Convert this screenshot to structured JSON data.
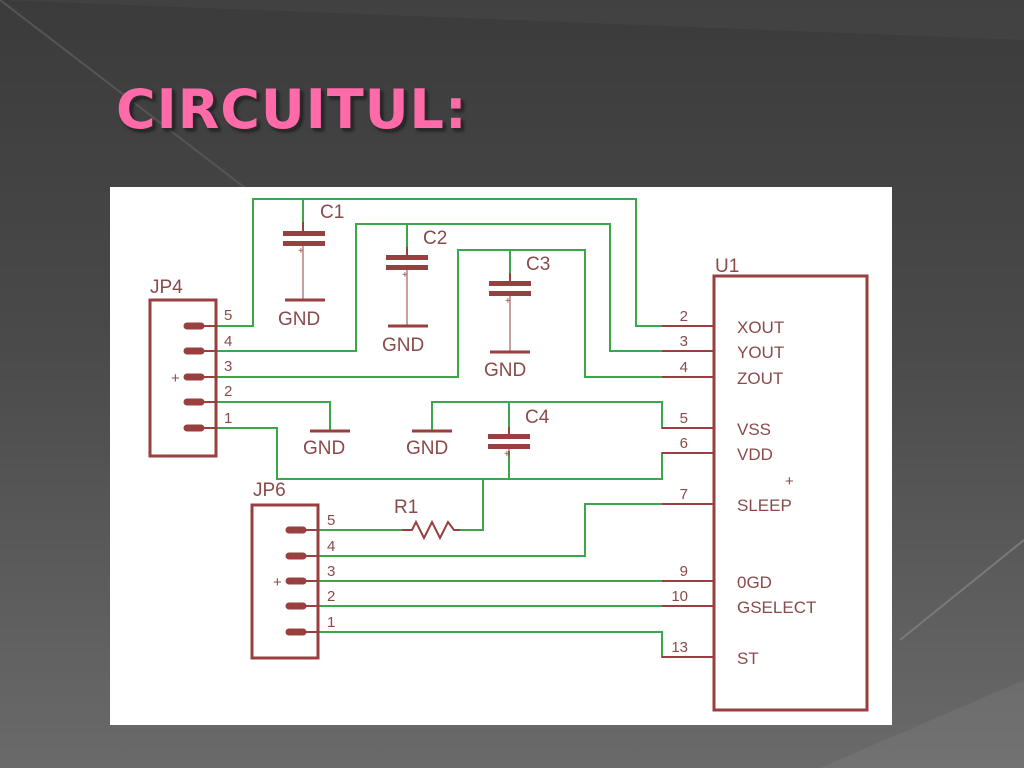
{
  "slide": {
    "title": "CIRCUITUL:"
  },
  "schematic": {
    "jp4": {
      "name": "JP4",
      "pins": [
        "5",
        "4",
        "3",
        "2",
        "1"
      ],
      "mark": "+"
    },
    "jp6": {
      "name": "JP6",
      "pins": [
        "5",
        "4",
        "3",
        "2",
        "1"
      ],
      "mark": "+"
    },
    "capacitors": [
      "C1",
      "C2",
      "C3",
      "C4"
    ],
    "resistor": "R1",
    "gnd": "GND",
    "u1": {
      "name": "U1",
      "mark": "+",
      "pins": [
        {
          "num": "2",
          "label": "XOUT"
        },
        {
          "num": "3",
          "label": "YOUT"
        },
        {
          "num": "4",
          "label": "ZOUT"
        },
        {
          "num": "5",
          "label": "VSS"
        },
        {
          "num": "6",
          "label": "VDD"
        },
        {
          "num": "7",
          "label": "SLEEP"
        },
        {
          "num": "9",
          "label": "0GD"
        },
        {
          "num": "10",
          "label": "GSELECT"
        },
        {
          "num": "13",
          "label": "ST"
        }
      ]
    }
  }
}
